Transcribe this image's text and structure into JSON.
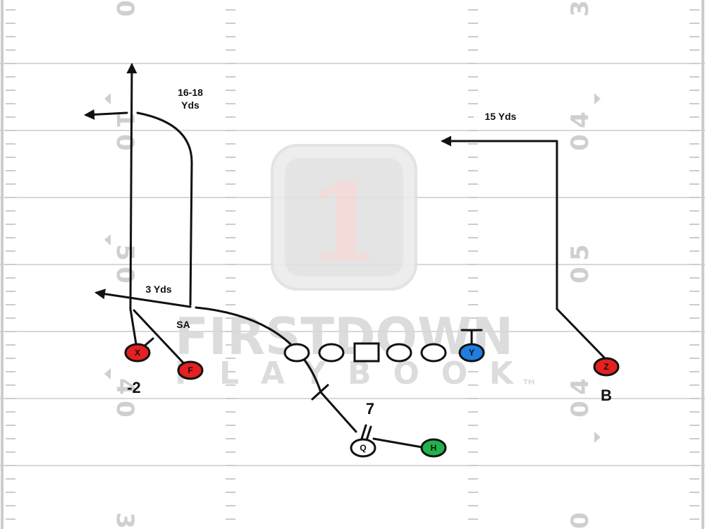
{
  "field": {
    "yard_numbers": {
      "n0_top_left": "0",
      "n3_top_right": "3",
      "n1_left": "1",
      "n0_left": "0",
      "n4_right": "4",
      "n0_right_upper": "0",
      "n5_left": "5",
      "n0_left_mid": "0",
      "n5_right": "5",
      "n0_right_mid": "0",
      "n4_left_low": "4",
      "n0_left_low": "0",
      "n4_right_low": "4",
      "n0_right_low": "0",
      "n3_bottom_left": "3",
      "n0_bottom_right": "0"
    }
  },
  "watermark": {
    "logo_digit": "1",
    "line1": "FIRSTDOWN",
    "line2": "PLAYBOOK",
    "trademark": "TM"
  },
  "players": {
    "x": "X",
    "f": "F",
    "q": "Q",
    "h": "H",
    "y": "Y",
    "z": "Z"
  },
  "labels": {
    "depth_x": "16-18\nYds",
    "depth_x_line1": "16-18",
    "depth_x_line2": "Yds",
    "depth_z": "15 Yds",
    "depth_f": "3 Yds",
    "sa": "SA",
    "minus_two": "-2",
    "snap_count": "7",
    "b_tag": "B"
  },
  "colors": {
    "red_player": "#e52020",
    "green_player": "#22b24c",
    "blue_player": "#1f7ee0",
    "line_black": "#111111",
    "field_line": "#cccccc"
  }
}
